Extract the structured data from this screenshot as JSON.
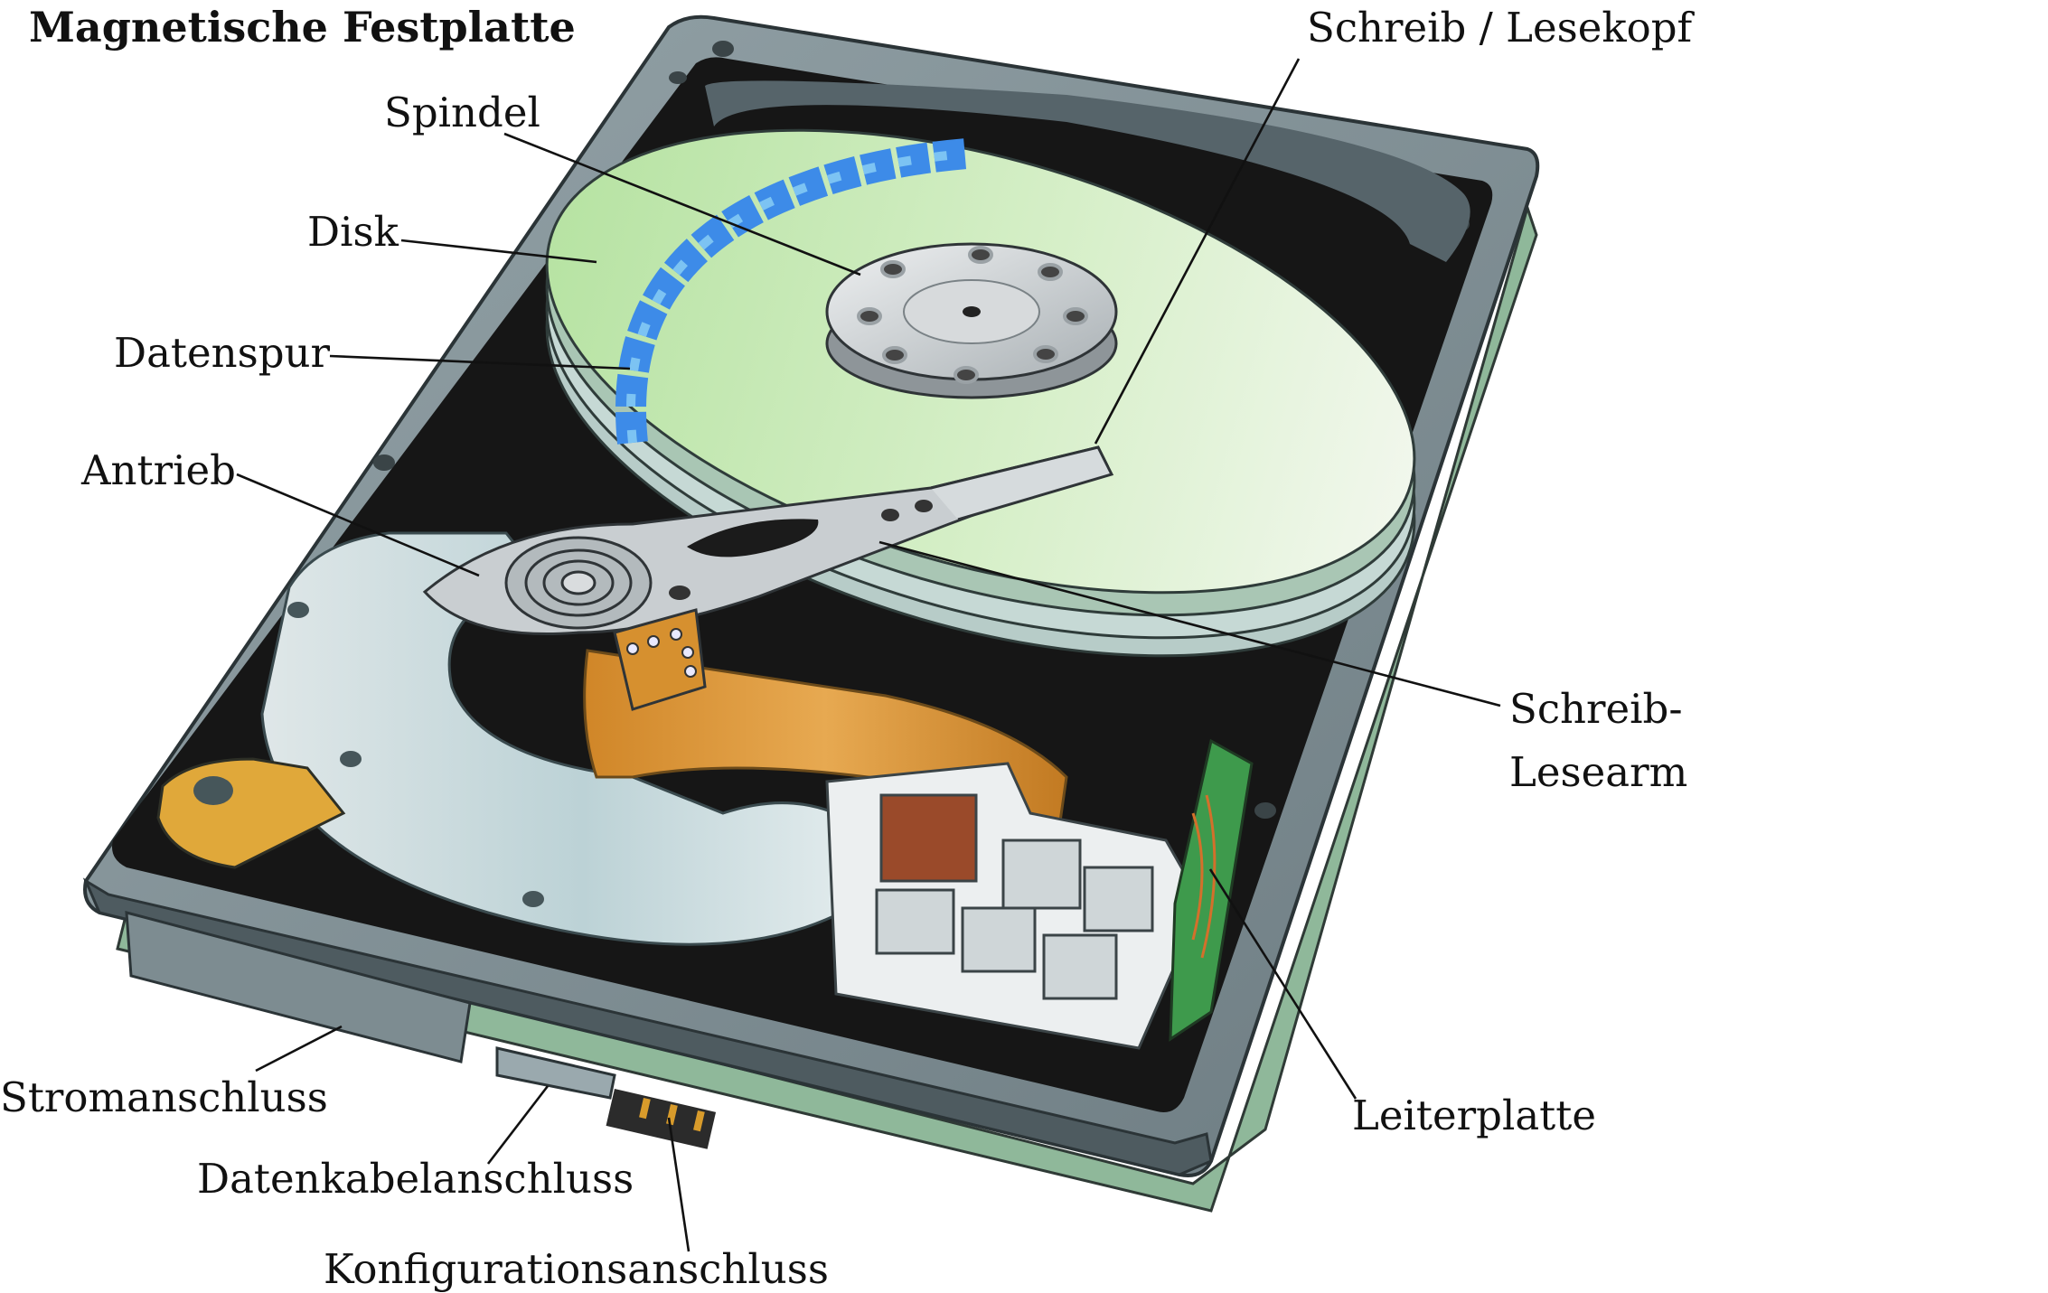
{
  "title": "Magnetische Festplatte",
  "labels": {
    "spindel": "Spindel",
    "disk": "Disk",
    "datenspur": "Datenspur",
    "antrieb": "Antrieb",
    "schreib_lesekopf": "Schreib / Lesekopf",
    "schreib_lesearm_line1": "Schreib-",
    "schreib_lesearm_line2": "Lesearm",
    "leiterplatte": "Leiterplatte",
    "stromanschluss": "Stromanschluss",
    "datenkabelanschluss": "Datenkabelanschluss",
    "konfigurationsanschluss": "Konfigurationsanschluss"
  },
  "colors": {
    "casing": "#7c8c92",
    "casing_dark": "#3d4649",
    "interior": "#141414",
    "platter": "#cfe9c2",
    "platter_edge": "#a9c6b4",
    "track": "#3d8be8",
    "spindle": "#cfd3d6",
    "arm": "#c9ced1",
    "flex_cable": "#d6902f",
    "pcb": "#3e9a4c",
    "magnet_plate": "#bccfd2"
  }
}
